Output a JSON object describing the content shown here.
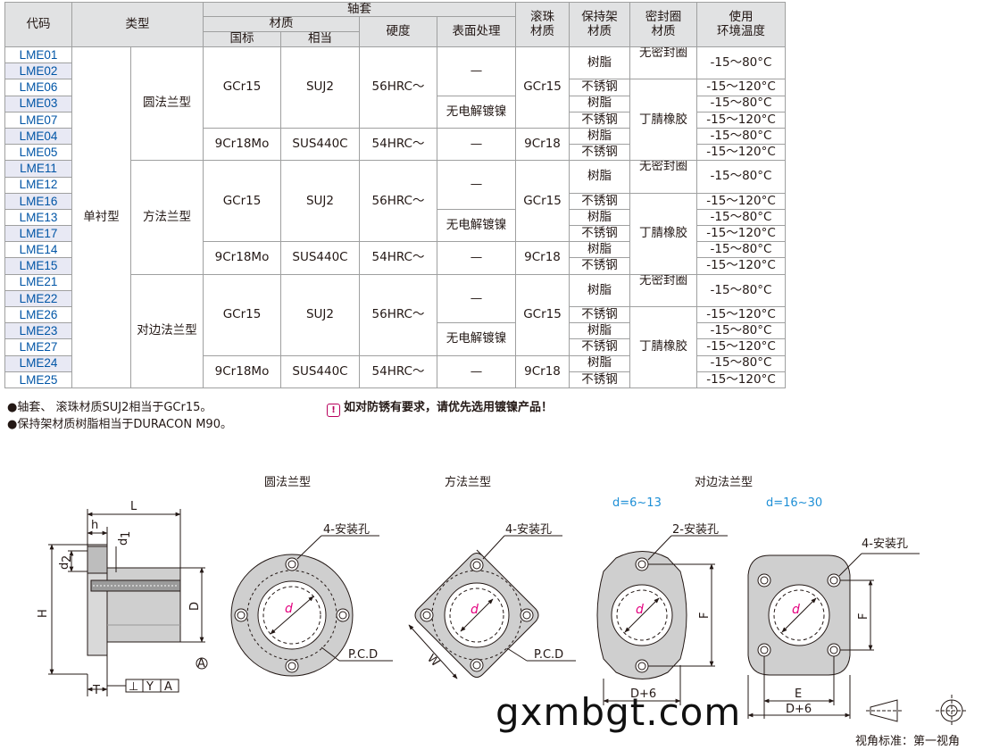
{
  "header": {
    "code": "代码",
    "type": "类型",
    "sleeve": "轴套",
    "material": "材质",
    "gb": "国标",
    "equiv": "相当",
    "hardness": "硬度",
    "surface": "表面处理",
    "ball_material": "滚珠\n材质",
    "retainer_material": "保持架\n材质",
    "seal_material": "密封圈\n材质",
    "temp": "使用\n环境温度"
  },
  "type_level1": "单衬型",
  "groups": [
    {
      "type": "圆法兰型",
      "rows": [
        {
          "code": "LME01",
          "retainer": "树脂",
          "seal": "无密封圈",
          "temp": "-15～80°C"
        },
        {
          "code": "LME02"
        },
        {
          "code": "LME06",
          "retainer": "不锈钢",
          "temp": "-15～120°C"
        },
        {
          "code": "LME03",
          "retainer": "树脂",
          "seal": "丁腈橡胶",
          "temp": "-15～80°C"
        },
        {
          "code": "LME07",
          "retainer": "不锈钢",
          "temp": "-15～120°C"
        },
        {
          "code": "LME04",
          "retainer": "树脂",
          "temp": "-15～80°C"
        },
        {
          "code": "LME05",
          "retainer": "不锈钢",
          "temp": "-15～120°C"
        }
      ],
      "std": {
        "gb": "GCr15",
        "equiv": "SUJ2",
        "hardness": "56HRC～",
        "ball": "GCr15",
        "surface_plain": "—",
        "surface_plated": "无电解镀镍"
      },
      "stainless": {
        "gb": "9Cr18Mo",
        "equiv": "SUS440C",
        "hardness": "54HRC～",
        "surface": "—",
        "ball": "9Cr18"
      }
    },
    {
      "type": "方法兰型",
      "rows": [
        {
          "code": "LME11",
          "retainer": "树脂",
          "seal": "无密封圈",
          "temp": "-15～80°C"
        },
        {
          "code": "LME12"
        },
        {
          "code": "LME16",
          "retainer": "不锈钢",
          "temp": "-15～120°C"
        },
        {
          "code": "LME13",
          "retainer": "树脂",
          "seal": "丁腈橡胶",
          "temp": "-15～80°C"
        },
        {
          "code": "LME17",
          "retainer": "不锈钢",
          "temp": "-15～120°C"
        },
        {
          "code": "LME14",
          "retainer": "树脂",
          "temp": "-15～80°C"
        },
        {
          "code": "LME15",
          "retainer": "不锈钢",
          "temp": "-15～120°C"
        }
      ],
      "std": {
        "gb": "GCr15",
        "equiv": "SUJ2",
        "hardness": "56HRC～",
        "ball": "GCr15",
        "surface_plain": "—",
        "surface_plated": "无电解镀镍"
      },
      "stainless": {
        "gb": "9Cr18Mo",
        "equiv": "SUS440C",
        "hardness": "54HRC～",
        "surface": "—",
        "ball": "9Cr18"
      }
    },
    {
      "type": "对边法兰型",
      "rows": [
        {
          "code": "LME21",
          "retainer": "树脂",
          "seal": "无密封圈",
          "temp": "-15～80°C"
        },
        {
          "code": "LME22"
        },
        {
          "code": "LME26",
          "retainer": "不锈钢",
          "temp": "-15～120°C"
        },
        {
          "code": "LME23",
          "retainer": "树脂",
          "seal": "丁腈橡胶",
          "temp": "-15～80°C"
        },
        {
          "code": "LME27",
          "retainer": "不锈钢",
          "temp": "-15～120°C"
        },
        {
          "code": "LME24",
          "retainer": "树脂",
          "temp": "-15～80°C"
        },
        {
          "code": "LME25",
          "retainer": "不锈钢",
          "temp": "-15～120°C"
        }
      ],
      "std": {
        "gb": "GCr15",
        "equiv": "SUJ2",
        "hardness": "56HRC～",
        "ball": "GCr15",
        "surface_plain": "—",
        "surface_plated": "无电解镀镍"
      },
      "stainless": {
        "gb": "9Cr18Mo",
        "equiv": "SUS440C",
        "hardness": "54HRC～",
        "surface": "—",
        "ball": "9Cr18"
      }
    }
  ],
  "notes": [
    "●轴套、 滚珠材质SUJ2相当于GCr15。",
    "●保持架材质树脂相当于DURACON M90。"
  ],
  "warning": "如对防锈有要求，请优先选用镀镍产品！",
  "drawings": {
    "round_title": "圆法兰型",
    "square_title": "方法兰型",
    "cut_title": "对边法兰型",
    "cut_range1": "d=6~13",
    "cut_range2": "d=16~30",
    "holes4": "4-安装孔",
    "holes2": "2-安装孔",
    "pcd": "P.C.D",
    "d": "d",
    "D": "D",
    "L": "L",
    "h": "h",
    "d1": "d",
    "d1_sub": "1",
    "d2": "d",
    "d2_sub": "2",
    "H": "H",
    "T": "T",
    "W": "W",
    "F": "F",
    "E": "E",
    "Dplus6": "D+6",
    "datum_A": "A",
    "tol_perp": "⊥",
    "tol_Y": "Y",
    "tol_A": "A"
  },
  "watermark": "gxmbgt.com",
  "view_standard": "视角标准：第一视角",
  "colors": {
    "code_blue": "#0055a6",
    "header_magenta": "#b8005c",
    "header_bg": "#e1e2e3",
    "row_alt": "#e8e9f4",
    "range_blue": "#1e8fd6",
    "d_magenta": "#e4007f"
  }
}
